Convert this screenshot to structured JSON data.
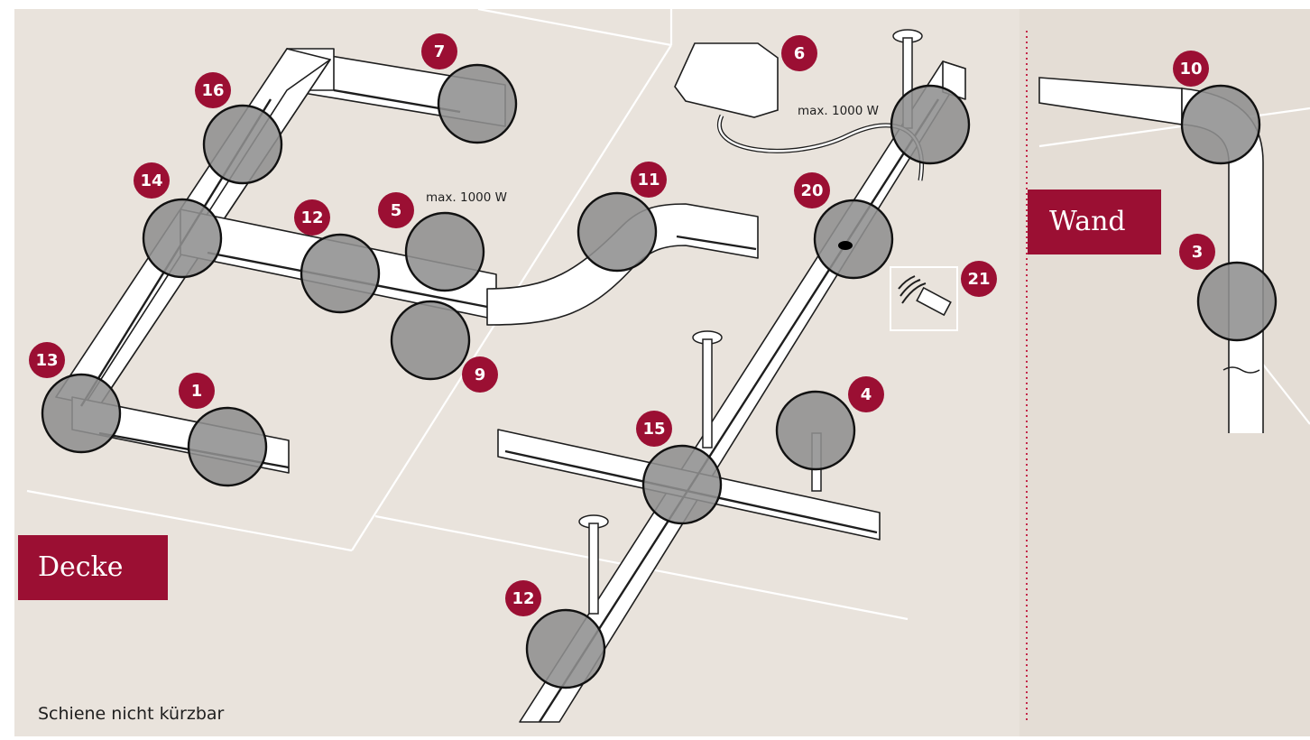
{
  "labels": {
    "ceiling": "Decke",
    "wall": "Wand",
    "note": "Schiene nicht kürzbar",
    "max_power_1": "max. 1000 W",
    "max_power_2": "max. 1000 W"
  },
  "badges": [
    "7",
    "16",
    "14",
    "12",
    "5",
    "11",
    "6",
    "20",
    "21",
    "13",
    "1",
    "9",
    "15",
    "4",
    "12",
    "10",
    "3"
  ],
  "colors": {
    "background_ceiling": "#e9e3dc",
    "background_wall": "#e4ddd5",
    "accent": "#9b0f33",
    "detail_circle": "#8f8f8f",
    "divider": "#c4284a"
  },
  "icons": [
    "remote-control-icon",
    "power-supply-icon"
  ]
}
